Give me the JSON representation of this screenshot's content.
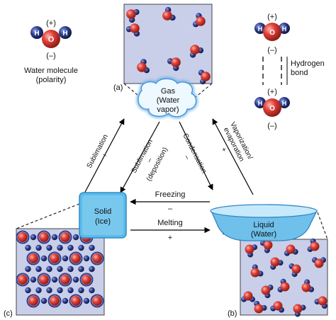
{
  "legend_molecule": {
    "h_left": "H",
    "o": "O",
    "h_right": "H",
    "plus": "(+)",
    "minus": "(–)",
    "caption_line1": "Water molecule",
    "caption_line2": "(polarity)"
  },
  "hydrogen_bond": {
    "top": {
      "h_left": "H",
      "o": "O",
      "h_right": "H",
      "plus": "(+)",
      "minus": "(–)"
    },
    "bottom": {
      "h_left": "H",
      "o": "O",
      "h_right": "H",
      "plus": "(+)",
      "minus": "(–)"
    },
    "label_line1": "Hydrogen",
    "label_line2": "bond"
  },
  "panel_labels": {
    "a": "(a)",
    "b": "(b)",
    "c": "(c)"
  },
  "states": {
    "gas_line1": "Gas",
    "gas_line2": "(Water",
    "gas_line3": "vapor)",
    "solid_line1": "Solid",
    "solid_line2": "(Ice)",
    "liquid_line1": "Liquid",
    "liquid_line2": "(Water)"
  },
  "transitions": {
    "sublimation_up": "Sublimation",
    "sublimation_up_sign": "+",
    "deposition_line1": "Sublimation",
    "deposition_line2": "(deposition)",
    "deposition_sign": "–",
    "condensation": "Condensation",
    "condensation_sign": "–",
    "vaporization_line1": "Vaporization/",
    "vaporization_line2": "evaporation",
    "vaporization_sign": "+",
    "freezing": "Freezing",
    "freezing_sign": "–",
    "melting": "Melting",
    "melting_sign": "+"
  },
  "colors": {
    "oxygen": "#e0413a",
    "hydrogen": "#2d3f8f",
    "panel_fill": "#c9cfe8",
    "ice_fill": "#6fc3ec",
    "bowl_fill": "#8fd0f0"
  }
}
